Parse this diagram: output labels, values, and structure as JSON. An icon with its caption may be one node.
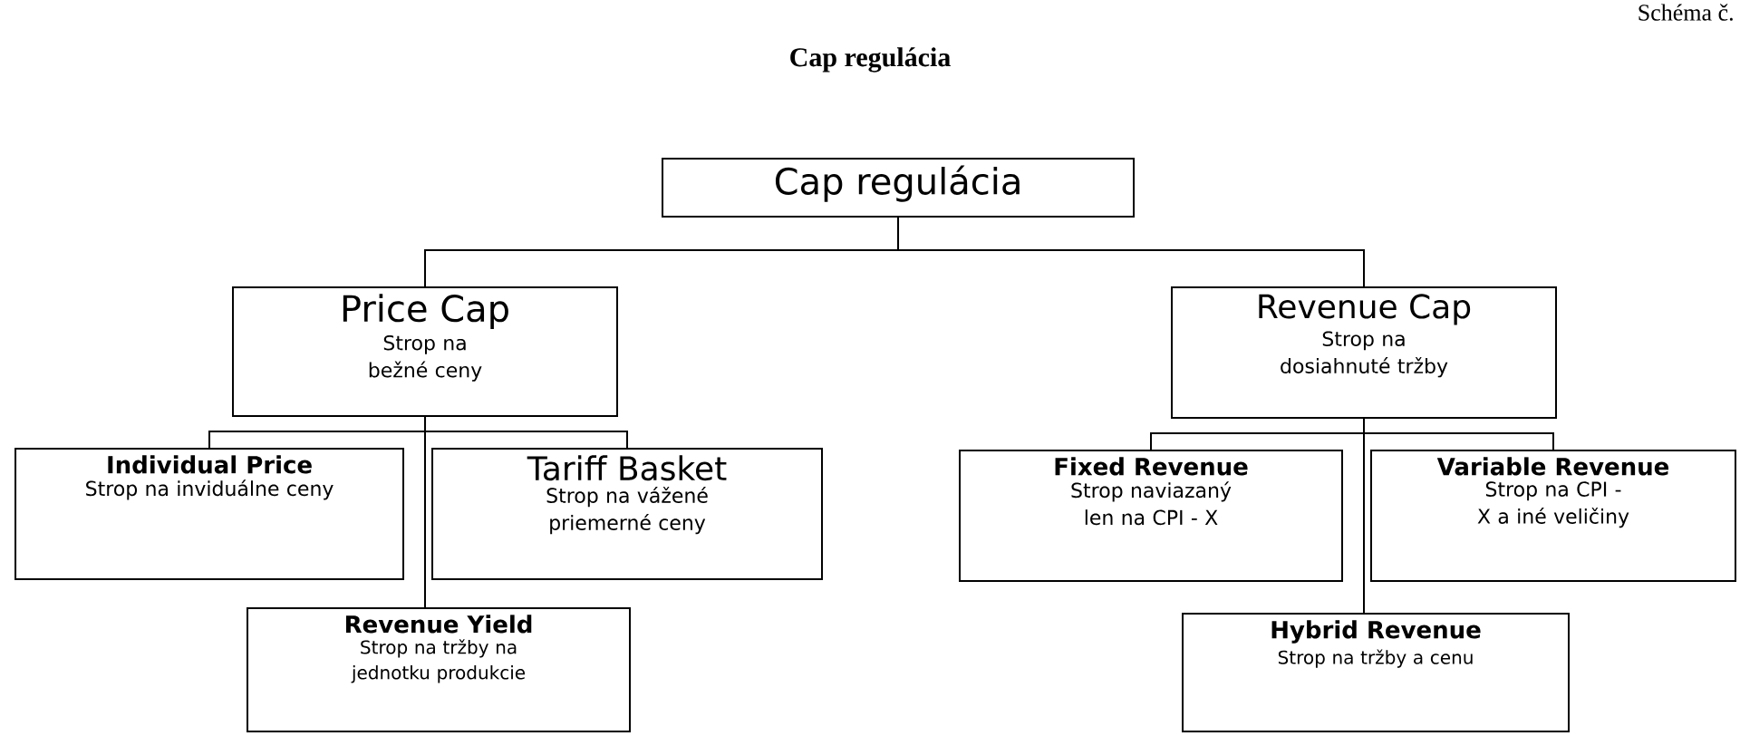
{
  "diagram": {
    "title": "Cap regulácia",
    "nodes": [
      {
        "text": [
          "Cap regulácia"
        ]
      },
      {
        "text": [
          "Price Cap",
          "Strop na bežné ceny"
        ]
      },
      {
        "text": [
          "Individual Price",
          "Strop na inviduálne ceny"
        ]
      },
      {
        "text": [
          "Tariff Basket",
          "Strop na vážené priemerné ceny"
        ]
      },
      {
        "text": [
          "Revenue Yield",
          "Strop na tržby na jednotku produkcie"
        ]
      },
      {
        "text": [
          "Revenue Cap",
          "Strop na dosiahnuté tržby"
        ]
      },
      {
        "text": [
          "Fixed Revenue",
          "Strop naviazaný len na CPI - X"
        ]
      },
      {
        "text": [
          "Variable Revenue",
          "Strop na CPI - X a iné veličiny"
        ]
      },
      {
        "text": [
          "Hybrid Revenue",
          "Strop na tržby a cenu"
        ]
      }
    ],
    "edges": [
      {
        "from": 0,
        "to": 1,
        "arrow": "none"
      },
      {
        "from": 0,
        "to": 5,
        "arrow": "none"
      },
      {
        "from": 1,
        "to": 2,
        "arrow": "none"
      },
      {
        "from": 1,
        "to": 3,
        "arrow": "none"
      },
      {
        "from": 1,
        "to": 4,
        "arrow": "none"
      },
      {
        "from": 5,
        "to": 6,
        "arrow": "none"
      },
      {
        "from": 5,
        "to": 7,
        "arrow": "none"
      },
      {
        "from": 5,
        "to": 8,
        "arrow": "none"
      }
    ],
    "labels": [
      "Schéma č."
    ]
  }
}
